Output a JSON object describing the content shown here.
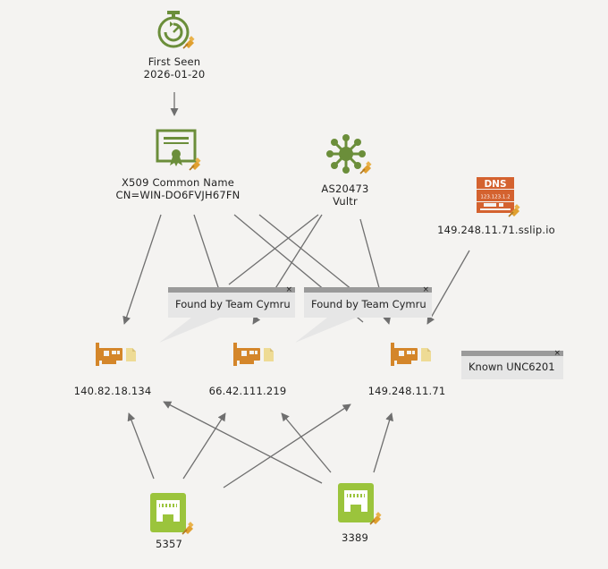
{
  "nodes": {
    "first_seen": {
      "label_line1": "First Seen",
      "label_line2": "2026-01-20",
      "icon": "stopwatch-icon"
    },
    "x509": {
      "label_line1": "X509 Common Name",
      "label_line2": "CN=WIN-DO6FVJH67FN",
      "icon": "certificate-icon"
    },
    "asn": {
      "label_line1": "AS20473",
      "label_line2": "Vultr",
      "icon": "network-hub-icon"
    },
    "dns": {
      "label_line1": "149.248.11.71.sslip.io",
      "icon": "dns-server-icon",
      "icon_text": "DNS",
      "icon_subtext": "123.123.1.2"
    },
    "ip1": {
      "label_line1": "140.82.18.134",
      "icon": "network-card-icon"
    },
    "ip2": {
      "label_line1": "66.42.111.219",
      "icon": "network-card-icon"
    },
    "ip3": {
      "label_line1": "149.248.11.71",
      "icon": "network-card-icon"
    },
    "port1": {
      "label_line1": "5357",
      "icon": "ethernet-port-icon"
    },
    "port2": {
      "label_line1": "3389",
      "icon": "ethernet-port-icon"
    }
  },
  "notes": {
    "cymru1": {
      "text": "Found by Team Cymru",
      "close": "×"
    },
    "cymru2": {
      "text": "Found by Team Cymru",
      "close": "×"
    },
    "unc": {
      "text": "Known UNC6201",
      "close": "×"
    }
  },
  "colors": {
    "edge": "#6f6f6f",
    "green_icon": "#6b8e3a",
    "orange_icon": "#d4862a",
    "dns_icon": "#d4622f",
    "port_icon": "#9bc43c",
    "pin": "#e0a030",
    "note_bg": "#e6e6e6",
    "note_border": "#9a9a9a"
  }
}
